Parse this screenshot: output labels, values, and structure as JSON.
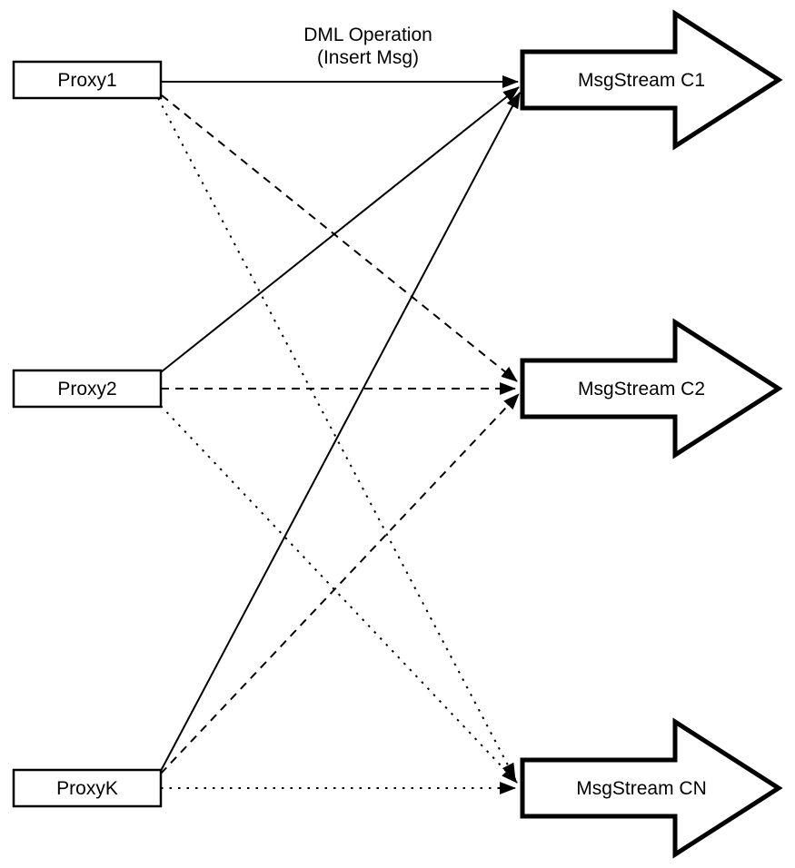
{
  "diagram": {
    "annotation": {
      "line1": "DML Operation",
      "line2": "(Insert Msg)"
    },
    "proxies": [
      {
        "label": "Proxy1"
      },
      {
        "label": "Proxy2"
      },
      {
        "label": "ProxyK"
      }
    ],
    "streams": [
      {
        "label": "MsgStream C1"
      },
      {
        "label": "MsgStream C2"
      },
      {
        "label": "MsgStream CN"
      }
    ],
    "edges": [
      {
        "from": "Proxy1",
        "to": "MsgStream C1",
        "style": "solid"
      },
      {
        "from": "Proxy2",
        "to": "MsgStream C1",
        "style": "solid"
      },
      {
        "from": "ProxyK",
        "to": "MsgStream C1",
        "style": "solid"
      },
      {
        "from": "Proxy1",
        "to": "MsgStream C2",
        "style": "dashed"
      },
      {
        "from": "Proxy2",
        "to": "MsgStream C2",
        "style": "dashed"
      },
      {
        "from": "ProxyK",
        "to": "MsgStream C2",
        "style": "dashed"
      },
      {
        "from": "Proxy1",
        "to": "MsgStream CN",
        "style": "dotted"
      },
      {
        "from": "Proxy2",
        "to": "MsgStream CN",
        "style": "dotted"
      },
      {
        "from": "ProxyK",
        "to": "MsgStream CN",
        "style": "dotted"
      }
    ],
    "colors": {
      "line": "#000000",
      "fill": "#ffffff",
      "background": "#ffffff",
      "text": "#000000"
    }
  }
}
